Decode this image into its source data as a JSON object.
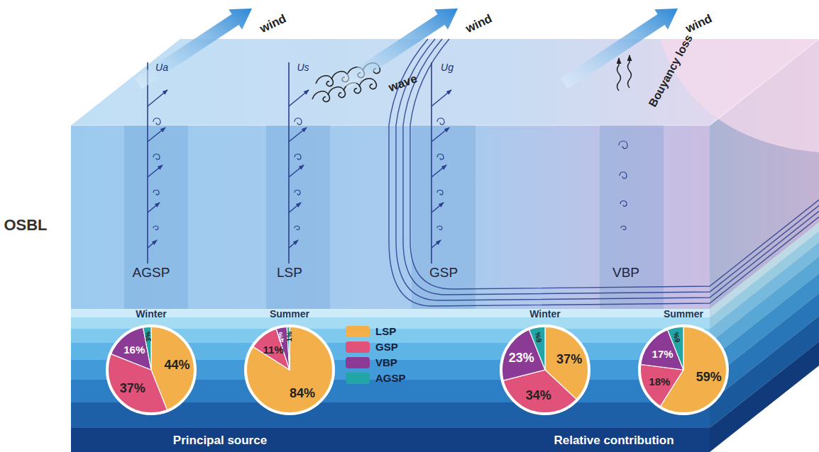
{
  "diagram": {
    "nodes": [
      {
        "text": [
          "Winter",
          "44%",
          "37%",
          "16%",
          "3%"
        ]
      },
      {
        "text": [
          "Summer",
          "84%",
          "11%",
          "4%",
          "1%"
        ]
      },
      {
        "text": [
          "Winter",
          "37%",
          "34%",
          "23%",
          "6%"
        ]
      },
      {
        "text": [
          "Summer",
          "59%",
          "18%",
          "17%",
          "6%"
        ]
      }
    ],
    "labels": [
      "wind",
      "wind",
      "wind",
      "wave",
      "Bouyancy loss",
      "Ua",
      "Us",
      "Ug",
      "OSBL",
      "AGSP",
      "LSP",
      "GSP",
      "VBP",
      "Principal source",
      "Relative contribution"
    ],
    "legend": [
      {
        "text": "LSP",
        "color": "#f3b04a"
      },
      {
        "text": "GSP",
        "color": "#e0527a"
      },
      {
        "text": "VBP",
        "color": "#8b3a96"
      },
      {
        "text": "AGSP",
        "color": "#22a5a6"
      }
    ]
  }
}
